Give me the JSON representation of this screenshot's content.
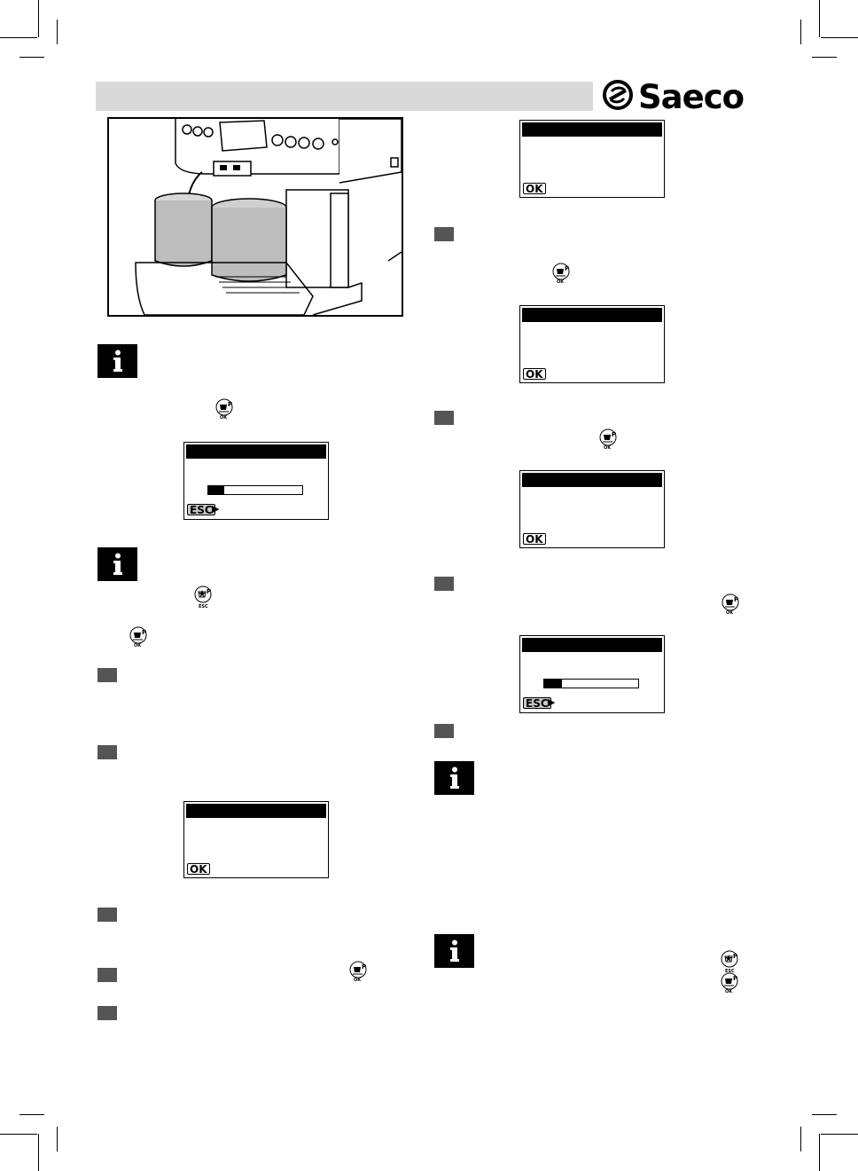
{
  "brand": {
    "name": "Saeco",
    "color": "#000000"
  },
  "header": {
    "band_color": "#d9d9d9"
  },
  "icons": {
    "info": "i",
    "ok_key": "OK",
    "esc_key": "ESC",
    "ok_button_icon": "cup-p-ok-button-icon",
    "esc_button_icon": "cup-star-p-esc-button-icon"
  },
  "displays": [
    {
      "id": "display-left-1",
      "type": "progress",
      "progress_fraction": 0.12,
      "footer": "ESC"
    },
    {
      "id": "display-left-2",
      "type": "confirm",
      "footer": "OK"
    },
    {
      "id": "display-right-1",
      "type": "confirm",
      "footer": "OK"
    },
    {
      "id": "display-right-2",
      "type": "confirm",
      "footer": "OK"
    },
    {
      "id": "display-right-3",
      "type": "confirm",
      "footer": "OK"
    },
    {
      "id": "display-right-4",
      "type": "progress",
      "progress_fraction": 0.18,
      "footer": "ESC"
    }
  ],
  "colors": {
    "step_marker": "#555555",
    "info_box": "#000000",
    "esc_tag": "#c8c8c8"
  }
}
